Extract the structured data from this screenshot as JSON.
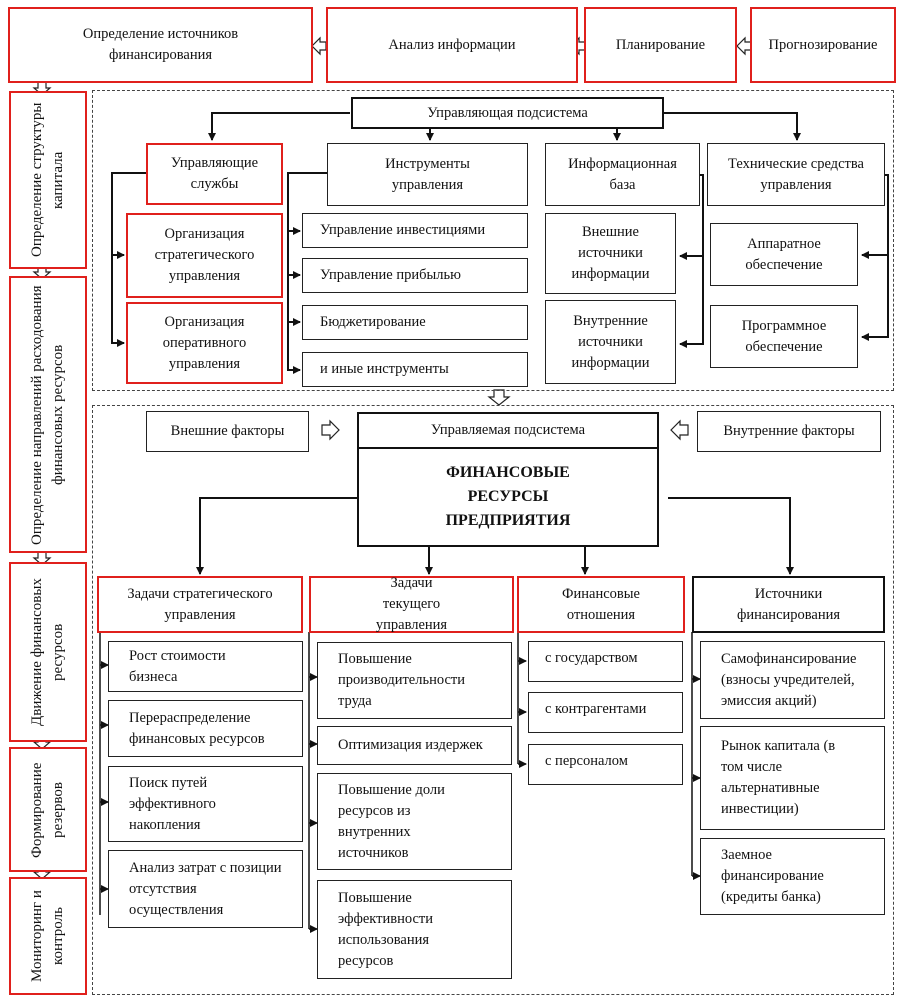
{
  "top_row": {
    "sources": "Определение источников финансирования",
    "analysis": "Анализ информации",
    "planning": "Планирование",
    "forecasting": "Прогнозирование"
  },
  "left_column": {
    "capital_structure": "Определение структуры капитала",
    "spending_directions": "Определение направлений расходования финансовых ресурсов",
    "movement": "Движение финансовых ресурсов",
    "reserves": "Формирование резервов",
    "monitoring": "Мониторинг и контроль"
  },
  "managing_subsystem": {
    "title": "Управляющая подсистема",
    "services": {
      "title": "Управляющие службы",
      "items": [
        "Организация стратегического управления",
        "Организация оперативного управления"
      ]
    },
    "instruments": {
      "title": "Инструменты управления",
      "items": [
        "Управление инвестициями",
        "Управление прибылью",
        "Бюджетирование",
        "и иные инструменты"
      ]
    },
    "info_base": {
      "title": "Информационная база",
      "items": [
        "Внешние источники информации",
        "Внутренние источники информации"
      ]
    },
    "tech": {
      "title": "Технические средства управления",
      "items": [
        "Аппаратное обеспечение",
        "Программное обеспечение"
      ]
    }
  },
  "managed_subsystem": {
    "external_factors": "Внешние факторы",
    "title": "Управляемая подсистема",
    "internal_factors": "Внутренние факторы",
    "core": "ФИНАНСОВЫЕ РЕСУРСЫ ПРЕДПРИЯТИЯ",
    "strategic": {
      "title": "Задачи стратегического управления",
      "items": [
        "Рост стоимости бизнеса",
        "Перераспределение финансовых ресурсов",
        "Поиск путей эффективного накопления",
        "Анализ затрат с позиции отсутствия осуществления"
      ]
    },
    "current": {
      "title": "Задачи текущего управления",
      "items": [
        "Повышение производительности труда",
        "Оптимизация издержек",
        "Повышение доли ресурсов из внутренних источников",
        "Повышение эффективности использования ресурсов"
      ]
    },
    "relations": {
      "title": "Финансовые отношения",
      "items": [
        "с государством",
        "с контрагентами",
        "с персоналом"
      ]
    },
    "funding": {
      "title": "Источники финансирования",
      "items": [
        "Самофинансирование (взносы учредителей, эмиссия акций)",
        "Рынок капитала (в том числе альтернативные инвестиции)",
        "Заемное финансирование (кредиты банка)"
      ]
    }
  },
  "colors": {
    "highlight": "#e0201c",
    "line": "#111111"
  }
}
